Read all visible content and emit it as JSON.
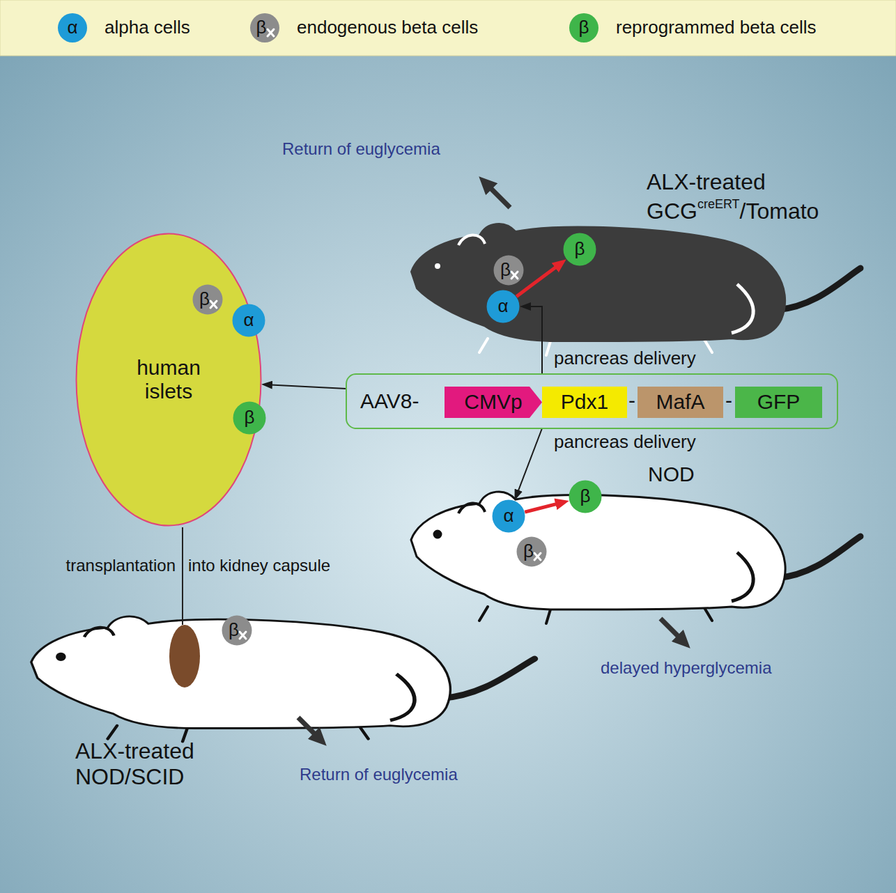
{
  "diagram": {
    "nodes": [
      {
        "text": [
          "human islets"
        ]
      },
      {
        "text": [
          "β"
        ],
        "in": 0
      },
      {
        "text": [
          "α"
        ],
        "in": 0
      },
      {
        "text": [
          "β"
        ],
        "in": 0
      },
      {
        "text": [
          "AAV8-"
        ]
      },
      {
        "text": [
          "CMVp"
        ],
        "in": 4
      },
      {
        "text": [
          "Pdx1"
        ],
        "in": 4
      },
      {
        "text": [
          "MafA"
        ],
        "in": 4
      },
      {
        "text": [
          "GFP"
        ],
        "in": 4
      },
      {
        "text": [
          "β"
        ]
      },
      {
        "text": [
          "α"
        ]
      },
      {
        "text": [
          "β"
        ]
      },
      {
        "text": [
          "α"
        ]
      },
      {
        "text": [
          "β"
        ]
      },
      {
        "text": [
          "β"
        ]
      },
      {
        "text": [
          "β"
        ]
      }
    ],
    "edges": [
      {
        "from": 2,
        "to": 3,
        "arrow": "to"
      },
      {
        "from": 10,
        "to": 11,
        "arrow": "to"
      },
      {
        "from": 12,
        "to": 13,
        "arrow": "to"
      },
      {
        "from": 4,
        "to": 0,
        "arrow": "to"
      },
      {
        "from": 4,
        "to": 10,
        "label": "pancreas delivery",
        "arrow": "to"
      },
      {
        "from": 4,
        "to": 12,
        "label": "pancreas delivery",
        "arrow": "to"
      }
    ],
    "labels": [
      "α",
      "β",
      "β",
      "Return of euglycemia",
      "ALX-treated",
      "GCG",
      "creERT",
      "/Tomato",
      "-",
      "-",
      "NOD",
      "delayed hyperglycemia",
      "transplantation",
      "into kidney capsule",
      "ALX-treated NOD/SCID",
      "Return of euglycemia"
    ],
    "legend": [
      {
        "text": "alpha cells",
        "color": "#1e9bd7"
      },
      {
        "text": "endogenous beta cells",
        "color": "#8c8c8c"
      },
      {
        "text": "reprogrammed beta cells",
        "color": "#3fb54a"
      }
    ]
  }
}
